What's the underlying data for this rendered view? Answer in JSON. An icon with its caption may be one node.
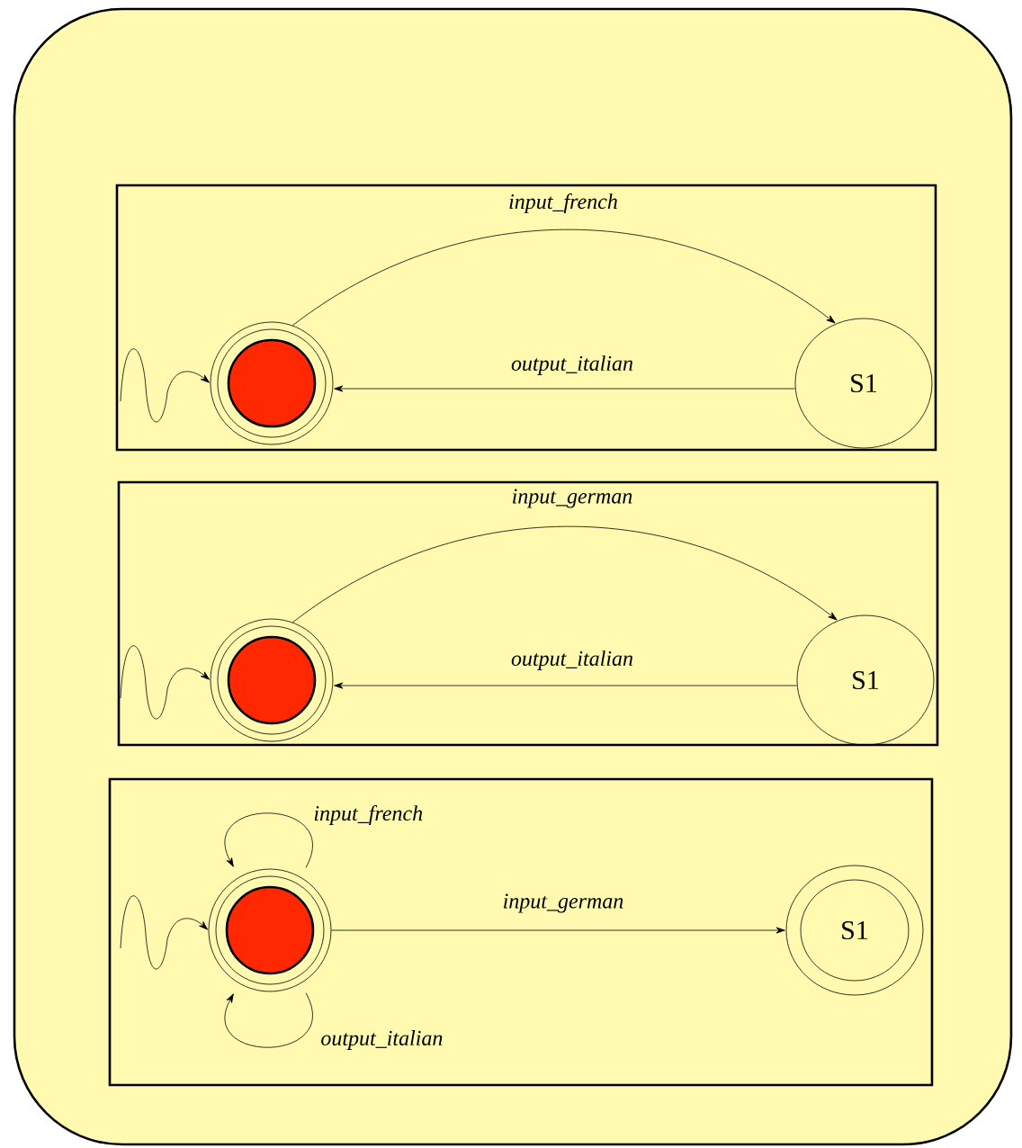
{
  "diagram": {
    "nodes": [
      {
        "text": [],
        "shape": "box"
      },
      {
        "text": [],
        "shape": "box",
        "in": 0
      },
      {
        "text": [],
        "shape": "circle",
        "in": 1
      },
      {
        "text": [
          "S1"
        ],
        "in": 1
      },
      {
        "text": [],
        "shape": "box",
        "in": 0
      },
      {
        "text": [],
        "shape": "circle",
        "in": 4
      },
      {
        "text": [
          "S1"
        ],
        "in": 4
      },
      {
        "text": [],
        "shape": "box",
        "in": 0
      },
      {
        "text": [],
        "shape": "circle",
        "in": 7
      },
      {
        "text": [
          "S1"
        ],
        "in": 7
      }
    ],
    "edges": [
      {
        "from": null,
        "to": 2,
        "arrow": "to"
      },
      {
        "from": 2,
        "to": 3,
        "arrow": "to",
        "label": "input_french"
      },
      {
        "from": 3,
        "to": 2,
        "arrow": "to",
        "label": "output_italian"
      },
      {
        "from": null,
        "to": 5,
        "arrow": "to"
      },
      {
        "from": 5,
        "to": 6,
        "arrow": "to",
        "label": "input_german"
      },
      {
        "from": 6,
        "to": 5,
        "arrow": "to",
        "label": "output_italian"
      },
      {
        "from": null,
        "to": 8,
        "arrow": "to"
      },
      {
        "from": 8,
        "to": 8,
        "arrow": "to",
        "label": "input_french"
      },
      {
        "from": 8,
        "to": 8,
        "arrow": "to",
        "label": "output_italian"
      },
      {
        "from": 8,
        "to": 9,
        "arrow": "to",
        "label": "input_german"
      }
    ]
  }
}
